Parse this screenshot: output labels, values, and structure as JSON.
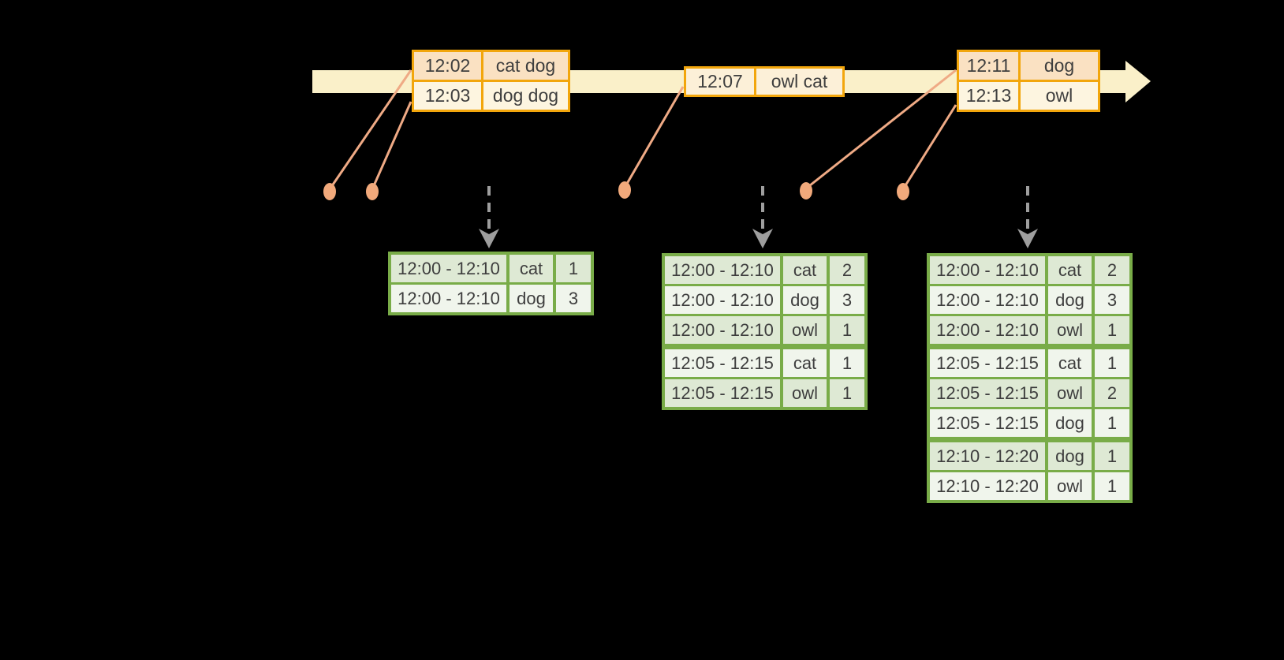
{
  "colors": {
    "background": "#000000",
    "timeline_band": "#faf0c9",
    "event_border": "#f2a60c",
    "event_row_peach": "#fae1c2",
    "event_row_cream": "#fdf5e0",
    "event_row_single": "#fcf0d8",
    "connector": "#efaa85",
    "dot": "#f1a97b",
    "dashed_arrow": "#9e9e9e",
    "result_border": "#79ac48",
    "result_row_dark": "#dee9d4",
    "result_row_light": "#f0f5ec",
    "text": "#3e3e3e"
  },
  "event_tables": [
    {
      "rows": [
        {
          "time": "12:02",
          "words": "cat dog"
        },
        {
          "time": "12:03",
          "words": "dog dog"
        }
      ]
    },
    {
      "rows": [
        {
          "time": "12:07",
          "words": "owl cat"
        }
      ]
    },
    {
      "rows": [
        {
          "time": "12:11",
          "words": "dog"
        },
        {
          "time": "12:13",
          "words": "owl"
        }
      ]
    }
  ],
  "result_tables": [
    {
      "rows": [
        {
          "window": "12:00 - 12:10",
          "word": "cat",
          "count": "1"
        },
        {
          "window": "12:00 - 12:10",
          "word": "dog",
          "count": "3"
        }
      ]
    },
    {
      "rows": [
        {
          "window": "12:00 - 12:10",
          "word": "cat",
          "count": "2"
        },
        {
          "window": "12:00 - 12:10",
          "word": "dog",
          "count": "3"
        },
        {
          "window": "12:00 - 12:10",
          "word": "owl",
          "count": "1"
        },
        {
          "window": "12:05 - 12:15",
          "word": "cat",
          "count": "1"
        },
        {
          "window": "12:05 - 12:15",
          "word": "owl",
          "count": "1"
        }
      ]
    },
    {
      "rows": [
        {
          "window": "12:00 - 12:10",
          "word": "cat",
          "count": "2"
        },
        {
          "window": "12:00 - 12:10",
          "word": "dog",
          "count": "3"
        },
        {
          "window": "12:00 - 12:10",
          "word": "owl",
          "count": "1"
        },
        {
          "window": "12:05 - 12:15",
          "word": "cat",
          "count": "1"
        },
        {
          "window": "12:05 - 12:15",
          "word": "owl",
          "count": "2"
        },
        {
          "window": "12:05 - 12:15",
          "word": "dog",
          "count": "1"
        },
        {
          "window": "12:10 - 12:20",
          "word": "dog",
          "count": "1"
        },
        {
          "window": "12:10 - 12:20",
          "word": "owl",
          "count": "1"
        }
      ]
    }
  ]
}
